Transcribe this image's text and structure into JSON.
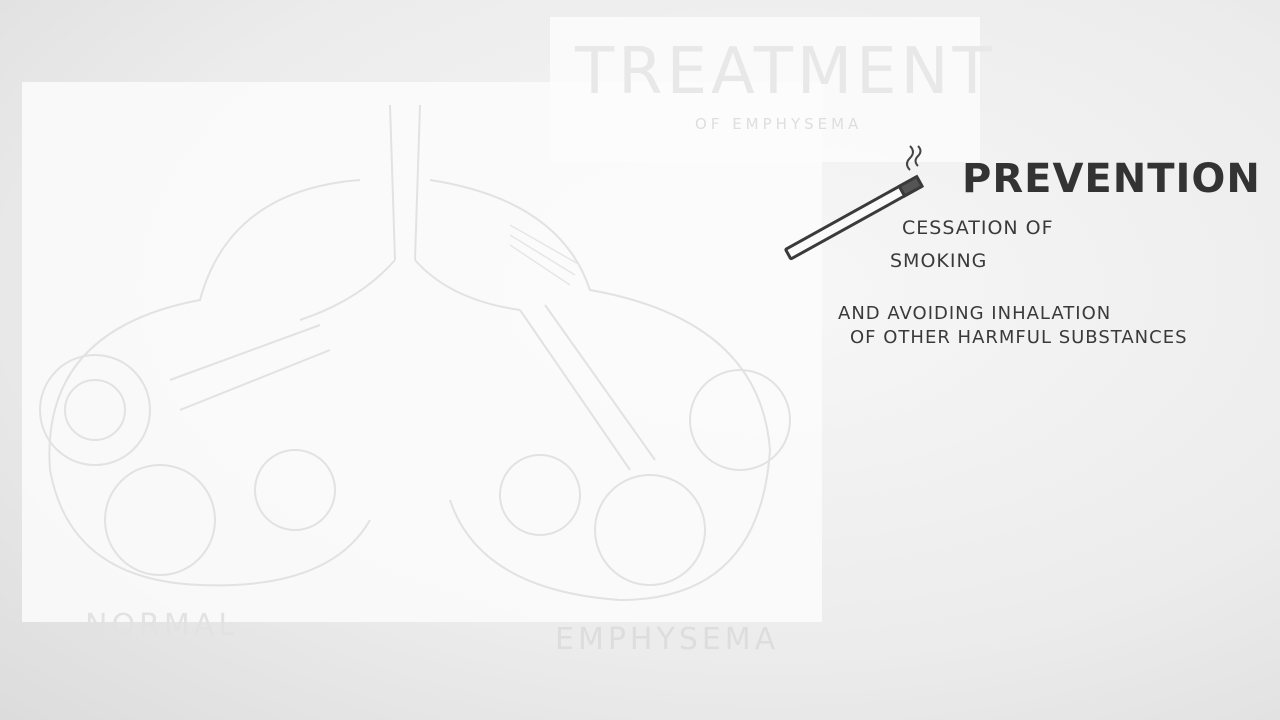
{
  "background_sketch": {
    "title": "TREATMENT",
    "subtitle": "OF EMPHYSEMA",
    "label_left": "NORMAL",
    "label_right": "EMPHYSEMA"
  },
  "prevention": {
    "heading": "PREVENTION",
    "cessation_line1": "CESSATION OF",
    "cessation_line2": "SMOKING",
    "avoid_line1": "AND AVOIDING INHALATION",
    "avoid_line2": "OF OTHER HARMFUL SUBSTANCES"
  },
  "icons": {
    "cigarette": "cigarette-icon"
  },
  "colors": {
    "ink": "#333333",
    "background": "#efefef"
  }
}
